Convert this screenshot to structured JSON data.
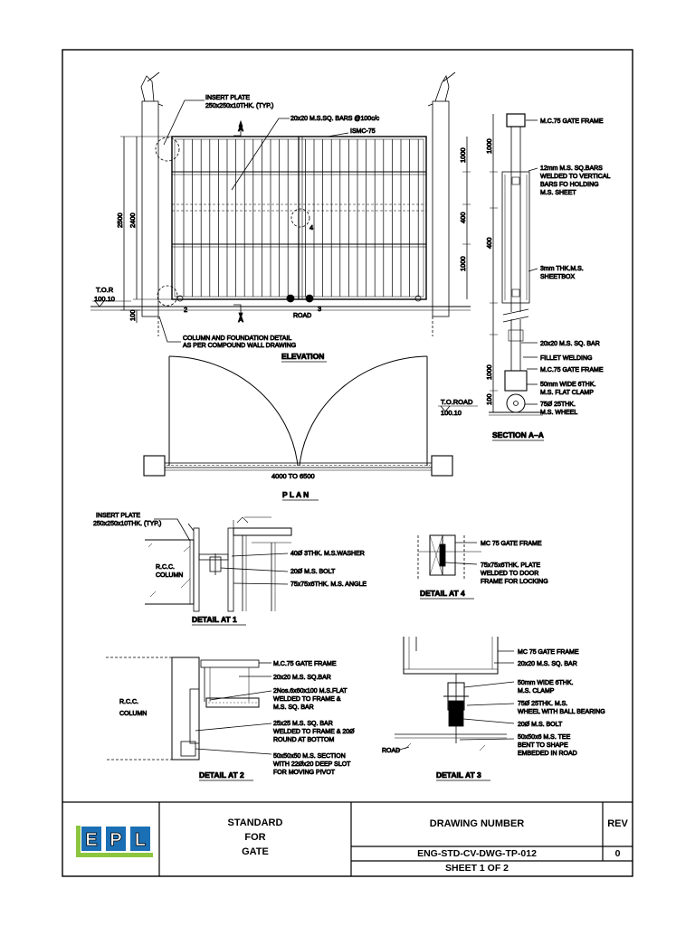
{
  "elevation": {
    "title": "ELEVATION",
    "insert_plate": [
      "INSERT PLATE",
      "250x250x10THK. (TYP.)"
    ],
    "bars_note": "20x20 M.S.SQ. BARS @100c/c",
    "ismc_note": "ISMC-75",
    "section_mark": "A",
    "dim_2500": "2500",
    "dim_2400": "2400",
    "dim_100": "100",
    "dim_1000_a": "1000",
    "dim_400": "400",
    "dim_1000_b": "1000",
    "tor_label": "T.O.R",
    "tor_level": "100.10",
    "road_label": "ROAD",
    "callout_2": "2",
    "callout_3": "3",
    "callout_4": "4",
    "column_note": [
      "COLUMN AND FOUNDATION DETAIL",
      "AS PER COMPOUND WALL DRAWING"
    ]
  },
  "section": {
    "title": "SECTION  A–A",
    "dim_1000_top": "1000",
    "dim_400": "400",
    "dim_1000_bottom": "1000",
    "dim_100": "100",
    "tor_label": "T.O.ROAD",
    "tor_level": "100.10",
    "notes": [
      [
        "M.C.75 GATE FRAME"
      ],
      [
        "12mm M.S. SQ.BARS",
        "WELDED TO VERTICAL",
        "BARS FO HOLDING",
        "M.S. SHEET"
      ],
      [
        "3mm THK.M.S.",
        "SHEETBOX"
      ],
      [
        "20x20 M.S. SQ. BAR"
      ],
      [
        "FILLET WELDING"
      ],
      [
        "M.C.75 GATE FRAME"
      ],
      [
        "50mm WIDE 6THK.",
        "M.S. FLAT CLAMP"
      ],
      [
        "75Ø 25THK.",
        "M.S. WHEEL"
      ]
    ]
  },
  "plan": {
    "title": "P L A N",
    "dim": "4000 TO 6500"
  },
  "detail1": {
    "title": "DETAIL AT 1",
    "insert_plate": [
      "INSERT PLATE",
      "250x250x10THK. (TYP.)"
    ],
    "column": [
      "R.C.C.",
      "COLUMN"
    ],
    "notes": [
      "40Ø 3THK. M.S.WASHER",
      "20Ø M.S. BOLT",
      "75x75x6THK. M.S. ANGLE"
    ]
  },
  "detail4": {
    "title": "DETAIL AT 4",
    "notes": [
      [
        "MC 75 GATE FRAME"
      ],
      [
        "75x75x6THK. PLATE",
        "WELDED TO DOOR",
        "FRAME FOR LOCKING"
      ]
    ]
  },
  "detail2": {
    "title": "DETAIL AT 2",
    "column": [
      "R.C.C.",
      "COLUMN"
    ],
    "notes": [
      [
        "M.C.75 GATE FRAME"
      ],
      [
        "20x20 M.S. SQ.BAR"
      ],
      [
        "2Nos.6x60x100 M.S.FLAT",
        "WELDED TO FRAME &",
        "M.S. SQ. BAR"
      ],
      [
        "25x25 M.S. SQ. BAR",
        "WELDED TO FRAME & 20Ø",
        "ROUND AT BOTTOM"
      ],
      [
        "50x50x50 M.S. SECTION",
        "WITH 22Øx20 DEEP SLOT",
        "FOR MOVING PIVOT"
      ]
    ]
  },
  "detail3": {
    "title": "DETAIL AT 3",
    "road": "ROAD",
    "notes": [
      [
        "MC 75 GATE FRAME"
      ],
      [
        "20x20 M.S. SQ. BAR"
      ],
      [
        "50mm WIDE 6THK.",
        "M.S. CLAMP"
      ],
      [
        "75Ø 25THK. M.S.",
        "WHEEL WITH BALL BEARING"
      ],
      [
        "20Ø M.S. BOLT"
      ],
      [
        "50x50x6 M.S. TEE",
        "BENT TO SHAPE",
        "EMBEDED IN ROAD"
      ]
    ]
  },
  "title_block": {
    "logo_letters": [
      "E",
      "P",
      "L"
    ],
    "logo_color": "#8cc63f",
    "title_lines": [
      "STANDARD",
      "FOR",
      "GATE"
    ],
    "drawing_number_label": "DRAWING NUMBER",
    "rev_label": "REV",
    "drawing_number": "ENG-STD-CV-DWG-TP-012",
    "rev": "0",
    "sheet": "SHEET 1 OF 2"
  }
}
